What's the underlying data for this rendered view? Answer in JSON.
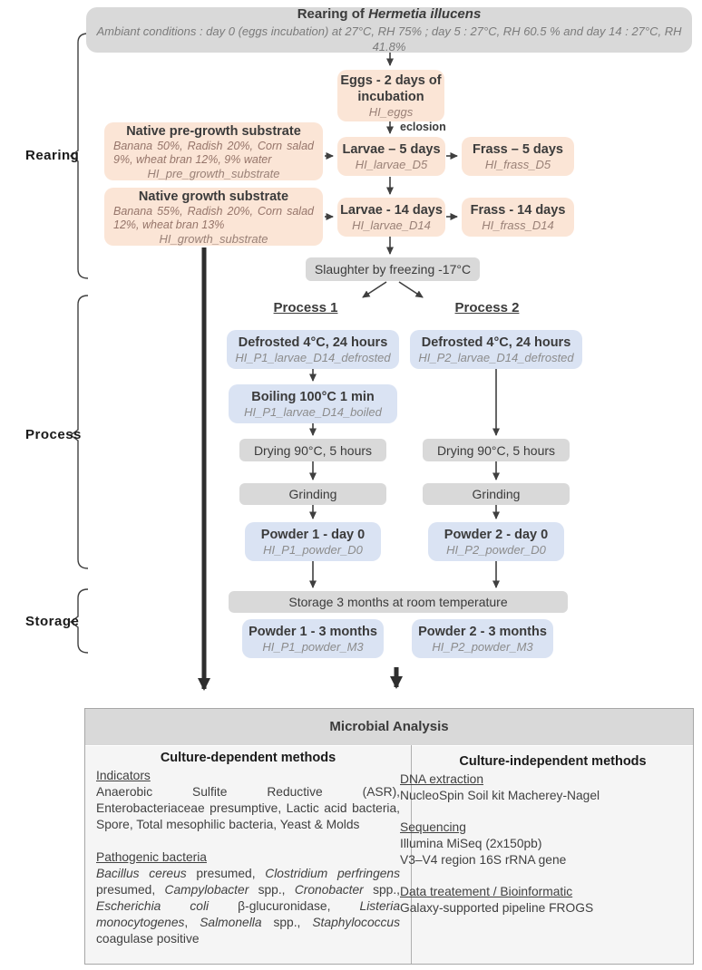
{
  "header": {
    "title_prefix": "Rearing of ",
    "title_species": "Hermetia illucens",
    "conditions": "Ambiant conditions : day 0 (eggs incubation) at 27°C, RH 75% ; day 5 : 27°C, RH 60.5 % and day 14 : 27°C, RH 41.8%"
  },
  "side_labels": {
    "rearing": "Rearing",
    "process": "Process",
    "storage": "Storage"
  },
  "rearing": {
    "eggs": {
      "label": "Eggs - 2 days of incubation",
      "sample": "HI_eggs"
    },
    "eclosion_label": "eclosion",
    "pre_growth": {
      "title": "Native pre-growth substrate",
      "composition": "Banana 50%, Radish 20%, Corn salad 9%, wheat bran 12%, 9% water",
      "sample": "HI_pre_growth_substrate"
    },
    "growth": {
      "title": "Native growth substrate",
      "composition": "Banana 55%, Radish 20%, Corn salad 12%, wheat bran 13%",
      "sample": "HI_growth_substrate"
    },
    "larvae_d5": {
      "label": "Larvae – 5 days",
      "sample": "HI_larvae_D5"
    },
    "frass_d5": {
      "label": "Frass – 5 days",
      "sample": "HI_frass_D5"
    },
    "larvae_d14": {
      "label": "Larvae - 14 days",
      "sample": "HI_larvae_D14"
    },
    "frass_d14": {
      "label": "Frass - 14 days",
      "sample": "HI_frass_D14"
    },
    "slaughter": "Slaughter by freezing -17°C"
  },
  "process": {
    "p1": {
      "title": "Process 1",
      "defrosted": {
        "label": "Defrosted 4°C, 24 hours",
        "sample": "HI_P1_larvae_D14_defrosted"
      },
      "boiling": {
        "label": "Boiling 100°C 1 min",
        "sample": "HI_P1_larvae_D14_boiled"
      },
      "drying": "Drying 90°C, 5 hours",
      "grinding": "Grinding",
      "powder": {
        "label": "Powder 1 - day 0",
        "sample": "HI_P1_powder_D0"
      }
    },
    "p2": {
      "title": "Process 2",
      "defrosted": {
        "label": "Defrosted 4°C, 24 hours",
        "sample": "HI_P2_larvae_D14_defrosted"
      },
      "drying": "Drying 90°C, 5 hours",
      "grinding": "Grinding",
      "powder": {
        "label": "Powder 2 - day 0",
        "sample": "HI_P2_powder_D0"
      }
    }
  },
  "storage": {
    "banner": "Storage 3 months at room temperature",
    "powder1": {
      "label": "Powder 1 - 3 months",
      "sample": "HI_P1_powder_M3"
    },
    "powder2": {
      "label": "Powder 2 - 3 months",
      "sample": "HI_P2_powder_M3"
    }
  },
  "analysis": {
    "title": "Microbial Analysis",
    "dependent": {
      "title": "Culture-dependent methods",
      "indicators_heading": "Indicators",
      "indicators_text": "Anaerobic Sulfite Reductive (ASR), Enterobacteriaceae presumptive, Lactic acid bacteria, Spore, Total mesophilic bacteria, Yeast & Molds",
      "pathogenic_heading": "Pathogenic bacteria",
      "pathogenic_segments": [
        {
          "t": "Bacillus cereus",
          "i": true
        },
        {
          "t": " presumed, ",
          "i": false
        },
        {
          "t": "Clostridium perfringens",
          "i": true
        },
        {
          "t": " presumed, ",
          "i": false
        },
        {
          "t": "Campylobacter",
          "i": true
        },
        {
          "t": " spp., ",
          "i": false
        },
        {
          "t": "Cronobacter",
          "i": true
        },
        {
          "t": " spp., ",
          "i": false
        },
        {
          "t": "Escherichia coli",
          "i": true
        },
        {
          "t": " β-glucuronidase, ",
          "i": false
        },
        {
          "t": "Listeria monocytogenes",
          "i": true
        },
        {
          "t": ", ",
          "i": false
        },
        {
          "t": "Salmonella",
          "i": true
        },
        {
          "t": " spp., ",
          "i": false
        },
        {
          "t": "Staphylococcus",
          "i": true
        },
        {
          "t": " coagulase positive",
          "i": false
        }
      ]
    },
    "independent": {
      "title": "Culture-independent methods",
      "dna_heading": "DNA extraction",
      "dna_text": "NucleoSpin Soil kit Macherey-Nagel",
      "seq_heading": "Sequencing",
      "seq_line1": "Illumina MiSeq (2x150pb)",
      "seq_line2": "V3–V4 region 16S rRNA gene",
      "bioinfo_heading": "Data treatement / Bioinformatic",
      "bioinfo_text": "Galaxy-supported pipeline FROGS"
    }
  },
  "colors": {
    "peach_box": "#fbe5d6",
    "blue_box": "#dae3f3",
    "grey_box": "#d9d9d9",
    "panel_bg": "#f5f5f5",
    "arrow": "#3f3f3f",
    "sample_text": "#8c8c8c"
  }
}
